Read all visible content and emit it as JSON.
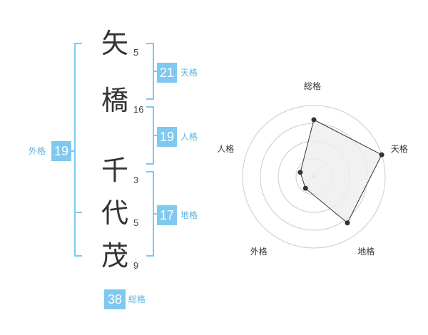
{
  "name": {
    "chars": [
      {
        "char": "矢",
        "strokes": "5"
      },
      {
        "char": "橋",
        "strokes": "16"
      },
      {
        "char": "千",
        "strokes": "3"
      },
      {
        "char": "代",
        "strokes": "5"
      },
      {
        "char": "茂",
        "strokes": "9"
      }
    ]
  },
  "fortunes": {
    "tenkaku": {
      "value": "21",
      "label": "天格"
    },
    "jinkaku": {
      "value": "19",
      "label": "人格"
    },
    "chikaku": {
      "value": "17",
      "label": "地格"
    },
    "gaikaku": {
      "value": "19",
      "label": "外格"
    },
    "soukaku": {
      "value": "38",
      "label": "総格"
    }
  },
  "chart_data": {
    "type": "radar",
    "axes": [
      "総格",
      "天格",
      "地格",
      "外格",
      "人格"
    ],
    "values": [
      4,
      5,
      4,
      1,
      1
    ],
    "max": 5,
    "rings": 4,
    "colors": {
      "line": "#333333",
      "fill": "#eeeeee",
      "grid": "#cccccc",
      "point": "#333333"
    }
  },
  "colors": {
    "accent": "#7ec9ef",
    "accent_text": "#5bb4e2"
  }
}
